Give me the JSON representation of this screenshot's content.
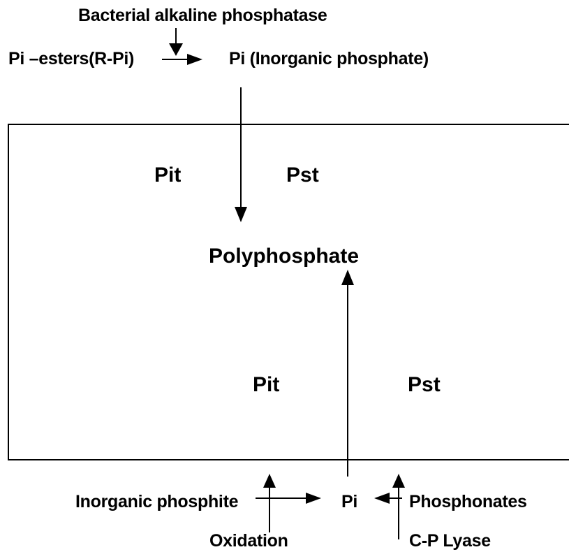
{
  "labels": {
    "enzyme": "Bacterial alkaline phosphatase",
    "esters": "Pi –esters(R-Pi)",
    "pi_top": "Pi (Inorganic phosphate)",
    "pit_top": "Pit",
    "pst_top": "Pst",
    "polyphosphate": "Polyphosphate",
    "pit_bottom": "Pit",
    "pst_bottom": "Pst",
    "phosphite": "Inorganic phosphite",
    "pi_bottom": "Pi",
    "phosphonates": "Phosphonates",
    "oxidation": "Oxidation",
    "lyase": "C-P Lyase"
  },
  "colors": {
    "ink": "#000000",
    "background": "#ffffff"
  }
}
